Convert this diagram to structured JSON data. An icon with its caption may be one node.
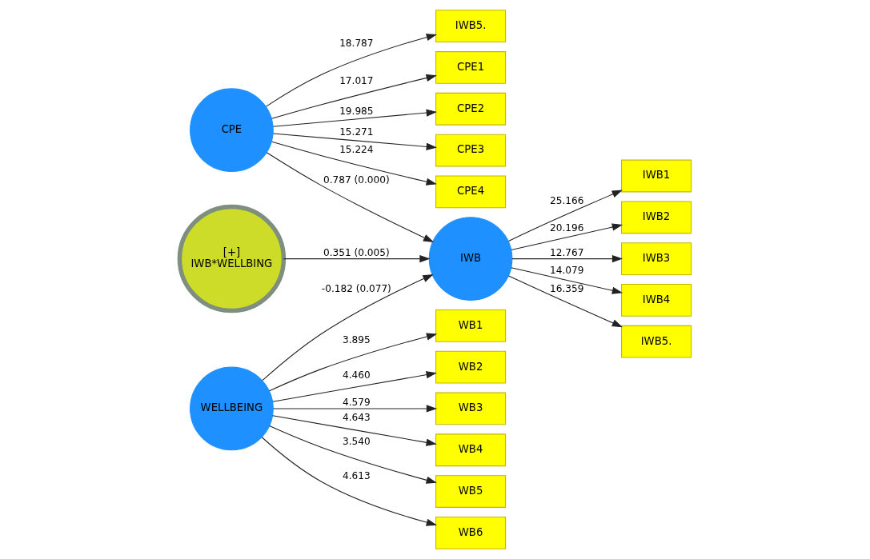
{
  "diagram": {
    "nodes": [
      {
        "text": [
          "CPE1"
        ]
      },
      {
        "text": [
          "CPE2"
        ]
      },
      {
        "text": [
          "CPE3"
        ]
      },
      {
        "text": [
          "CPE4"
        ]
      },
      {
        "text": [
          "IWB5."
        ]
      },
      {
        "text": [
          "CPE"
        ]
      },
      {
        "text": [
          "WB1"
        ]
      },
      {
        "text": [
          "WB2"
        ]
      },
      {
        "text": [
          "WB3"
        ]
      },
      {
        "text": [
          "WB4"
        ]
      },
      {
        "text": [
          "WB5"
        ]
      },
      {
        "text": [
          "WB6"
        ]
      },
      {
        "text": [
          "WELLBEING"
        ]
      },
      {
        "text": [
          "IWB1"
        ]
      },
      {
        "text": [
          "IWB2"
        ]
      },
      {
        "text": [
          "IWB3"
        ]
      },
      {
        "text": [
          "IWB4"
        ]
      },
      {
        "text": [
          "IWB5."
        ]
      },
      {
        "text": [
          "IWB"
        ]
      },
      {
        "text": [
          "[+]",
          "IWB*WELLBING"
        ]
      }
    ],
    "edges": [
      {
        "from": 5,
        "to": 0,
        "arrow": "to",
        "label": "17.017"
      },
      {
        "from": 5,
        "to": 1,
        "arrow": "to",
        "label": "19.985"
      },
      {
        "from": 5,
        "to": 2,
        "arrow": "to",
        "label": "15.271"
      },
      {
        "from": 5,
        "to": 3,
        "arrow": "to",
        "label": "15.224"
      },
      {
        "from": 5,
        "to": 4,
        "arrow": "to",
        "label": "18.787"
      },
      {
        "from": 18,
        "to": 13,
        "arrow": "to",
        "label": "25.166"
      },
      {
        "from": 18,
        "to": 14,
        "arrow": "to",
        "label": "20.196"
      },
      {
        "from": 18,
        "to": 15,
        "arrow": "to",
        "label": "12.767"
      },
      {
        "from": 18,
        "to": 16,
        "arrow": "to",
        "label": "14.079"
      },
      {
        "from": 18,
        "to": 17,
        "arrow": "to",
        "label": "16.359"
      },
      {
        "from": 5,
        "to": 18,
        "arrow": "to",
        "label": "0.787 (0.000)"
      },
      {
        "from": 12,
        "to": 18,
        "arrow": "to",
        "label": "-0.182 (0.077)"
      },
      {
        "from": 19,
        "to": 18,
        "arrow": "to",
        "label": "0.351 (0.005)"
      },
      {
        "from": 12,
        "to": 6,
        "arrow": "to",
        "label": "3.895"
      },
      {
        "from": 12,
        "to": 7,
        "arrow": "to",
        "label": "4.460"
      },
      {
        "from": 12,
        "to": 8,
        "arrow": "to",
        "label": "4.579"
      },
      {
        "from": 12,
        "to": 9,
        "arrow": "to",
        "label": "4.643"
      },
      {
        "from": 12,
        "to": 10,
        "arrow": "to",
        "label": "3.540"
      },
      {
        "from": 12,
        "to": 11,
        "arrow": "to",
        "label": "4.613"
      }
    ]
  }
}
